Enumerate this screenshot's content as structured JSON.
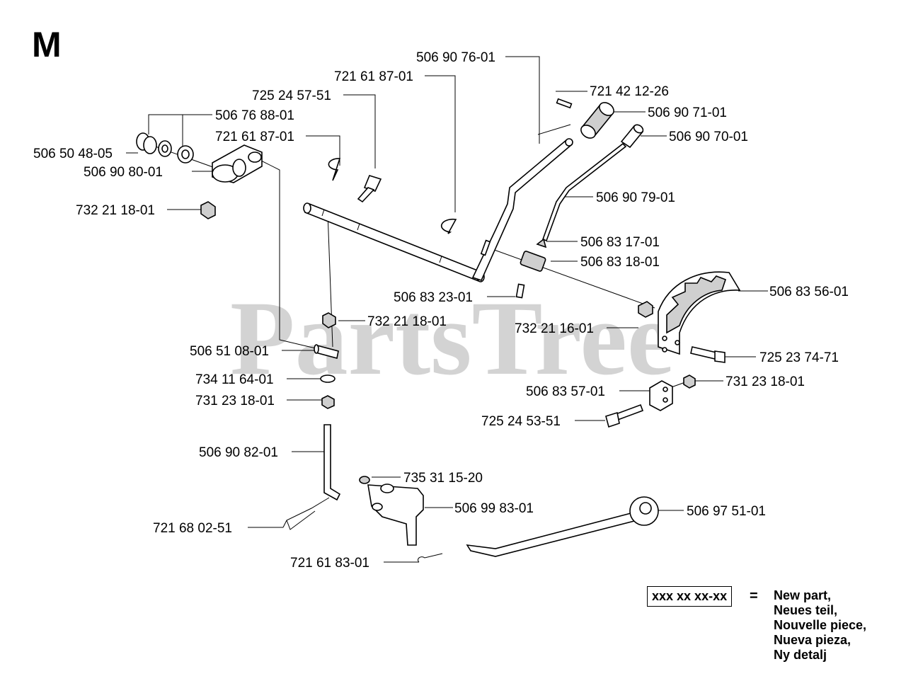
{
  "section": "M",
  "watermark": "PartsTree",
  "parts": [
    {
      "num": "506 90 76-01"
    },
    {
      "num": "721 61 87-01"
    },
    {
      "num": "725 24 57-51"
    },
    {
      "num": "721 42 12-26"
    },
    {
      "num": "506 90 71-01"
    },
    {
      "num": "506 76 88-01"
    },
    {
      "num": "721 61 87-01"
    },
    {
      "num": "506 90 70-01"
    },
    {
      "num": "506 50 48-05"
    },
    {
      "num": "506 90 80-01"
    },
    {
      "num": "732 21 18-01"
    },
    {
      "num": "506 90 79-01"
    },
    {
      "num": "506 83 17-01"
    },
    {
      "num": "506 83 18-01"
    },
    {
      "num": "506 83 23-01"
    },
    {
      "num": "506 83 56-01"
    },
    {
      "num": "732 21 18-01"
    },
    {
      "num": "732 21 16-01"
    },
    {
      "num": "506 51 08-01"
    },
    {
      "num": "725 23 74-71"
    },
    {
      "num": "734 11 64-01"
    },
    {
      "num": "731 23 18-01"
    },
    {
      "num": "506 83 57-01"
    },
    {
      "num": "731 23 18-01"
    },
    {
      "num": "725 24 53-51"
    },
    {
      "num": "506 90 82-01"
    },
    {
      "num": "735 31 15-20"
    },
    {
      "num": "506 99 83-01"
    },
    {
      "num": "506 97 51-01"
    },
    {
      "num": "721 68 02-51"
    },
    {
      "num": "721 61 83-01"
    }
  ],
  "legend": {
    "code": "xxx xx xx-xx",
    "equals": "=",
    "items": [
      "New part,",
      "Neues teil,",
      "Nouvelle piece,",
      "Nueva pieza,",
      "Ny detalj"
    ]
  }
}
